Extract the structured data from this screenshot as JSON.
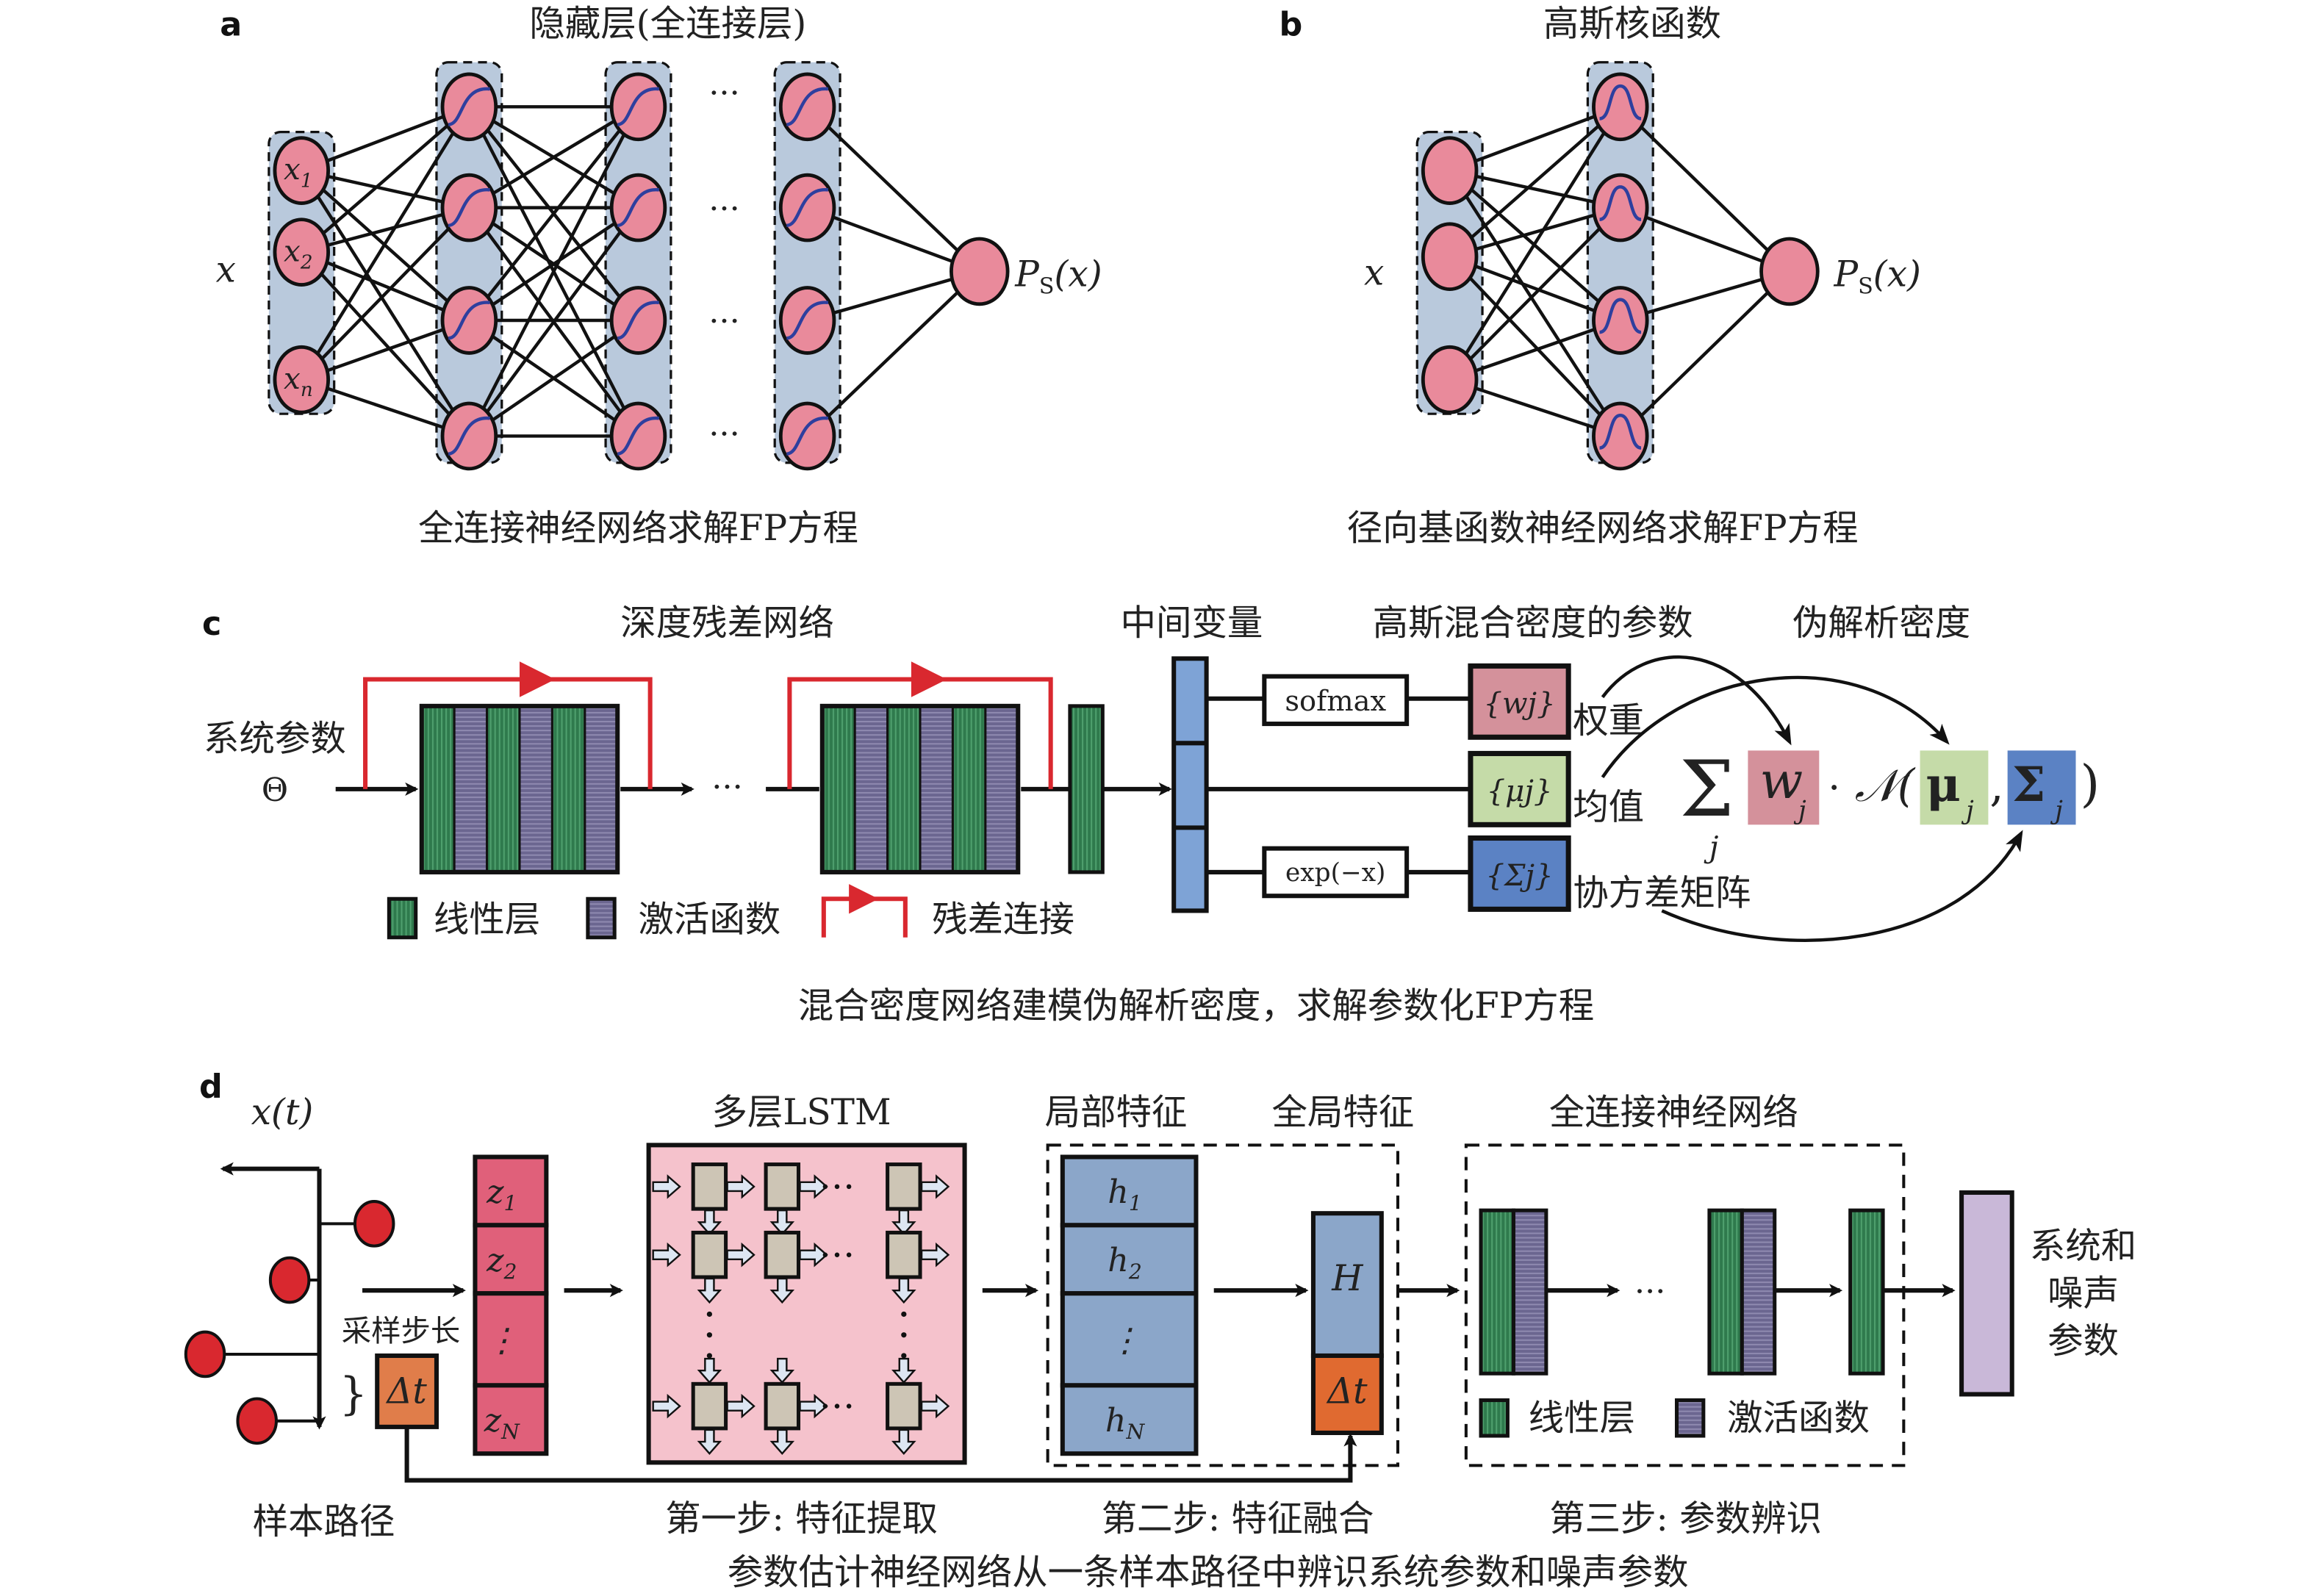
{
  "panel_a": {
    "letter": "a",
    "title": "隐藏层(全连接层)",
    "input_label": "x",
    "input_nodes": [
      "x1",
      "x2",
      "xn"
    ],
    "input_node_labels": [
      {
        "base": "x",
        "sub": "1"
      },
      {
        "base": "x",
        "sub": "2"
      },
      {
        "base": "x",
        "sub": "n"
      }
    ],
    "ellipsis": "···",
    "output_label_base": "P",
    "output_label_sub": "S",
    "output_label_arg": "(x)",
    "caption": "全连接神经网络求解FP方程"
  },
  "panel_b": {
    "letter": "b",
    "title": "高斯核函数",
    "input_label": "x",
    "output_label_base": "P",
    "output_label_sub": "S",
    "output_label_arg": "(x)",
    "caption": "径向基函数神经网络求解FP方程"
  },
  "panel_c": {
    "letter": "c",
    "headers": {
      "resnet": "深度残差网络",
      "intermediate": "中间变量",
      "gmm_params": "高斯混合密度的参数",
      "pseudo_density": "伪解析密度"
    },
    "input_label": "系统参数",
    "input_symbol": "Θ",
    "ellipsis": "···",
    "transforms": {
      "softmax": "sofmax",
      "exp": "exp(−x)"
    },
    "params": [
      {
        "symbol": "{w_j}",
        "display": "{wj}",
        "label": "权重",
        "color": "#d4919b"
      },
      {
        "symbol": "{μ_j}",
        "display": "{μj}",
        "label": "均值",
        "color": "#c5dba8"
      },
      {
        "symbol": "{Σ_j}",
        "display": "{Σj}",
        "label": "协方差矩阵",
        "color": "#5b82c4"
      }
    ],
    "formula": {
      "sum": "Σ",
      "sum_index": "j",
      "w": "w",
      "dot": "·",
      "normal": "𝒩(",
      "mu": "μ",
      "comma": ",",
      "sigma": "Σ",
      "close": ")",
      "sub": "j"
    },
    "legend": {
      "linear": "线性层",
      "activation": "激活函数",
      "residual": "残差连接"
    },
    "caption": "混合密度网络建模伪解析密度，求解参数化FP方程"
  },
  "panel_d": {
    "letter": "d",
    "axis_label": "x(t)",
    "path_label": "样本路径",
    "step_label": "采样步长",
    "dt": "Δt",
    "z_cells": [
      {
        "base": "z",
        "sub": "1"
      },
      {
        "base": "z",
        "sub": "2"
      },
      {
        "base": "⋮",
        "sub": ""
      },
      {
        "base": "z",
        "sub": "N"
      }
    ],
    "headers": {
      "lstm": "多层LSTM",
      "local": "局部特征",
      "global": "全局特征",
      "fcnn": "全连接神经网络"
    },
    "h_cells": [
      {
        "base": "h",
        "sub": "1"
      },
      {
        "base": "h",
        "sub": "2"
      },
      {
        "base": "⋮",
        "sub": ""
      },
      {
        "base": "h",
        "sub": "N"
      }
    ],
    "H": "H",
    "ellipsis": "···",
    "legend": {
      "linear": "线性层",
      "activation": "激活函数"
    },
    "output_label": [
      "系统和",
      "噪声",
      "参数"
    ],
    "steps": [
      "第一步: 特征提取",
      "第二步: 特征融合",
      "第三步: 参数辨识"
    ],
    "caption": "参数估计神经网络从一条样本路径中辨识系统参数和噪声参数"
  },
  "colors": {
    "node": "#e98a9b",
    "layer_bg": "#b9c9dc",
    "linear": "#2f7a4d",
    "activation": "#6b6690",
    "residual": "#d9282f",
    "intermediate": "#7ea3d6",
    "w": "#d4919b",
    "mu": "#c5dba8",
    "sigma": "#5b82c4",
    "z_cell": "#e0607a",
    "lstm_bg": "#f5c2cc",
    "lstm_cell": "#cdc5b5",
    "h_cell": "#8ba6c9",
    "dt_box": "#e07d4a",
    "dt_box2": "#e06a30",
    "output": "#c9b8d8",
    "sample_point": "#d9282f"
  }
}
